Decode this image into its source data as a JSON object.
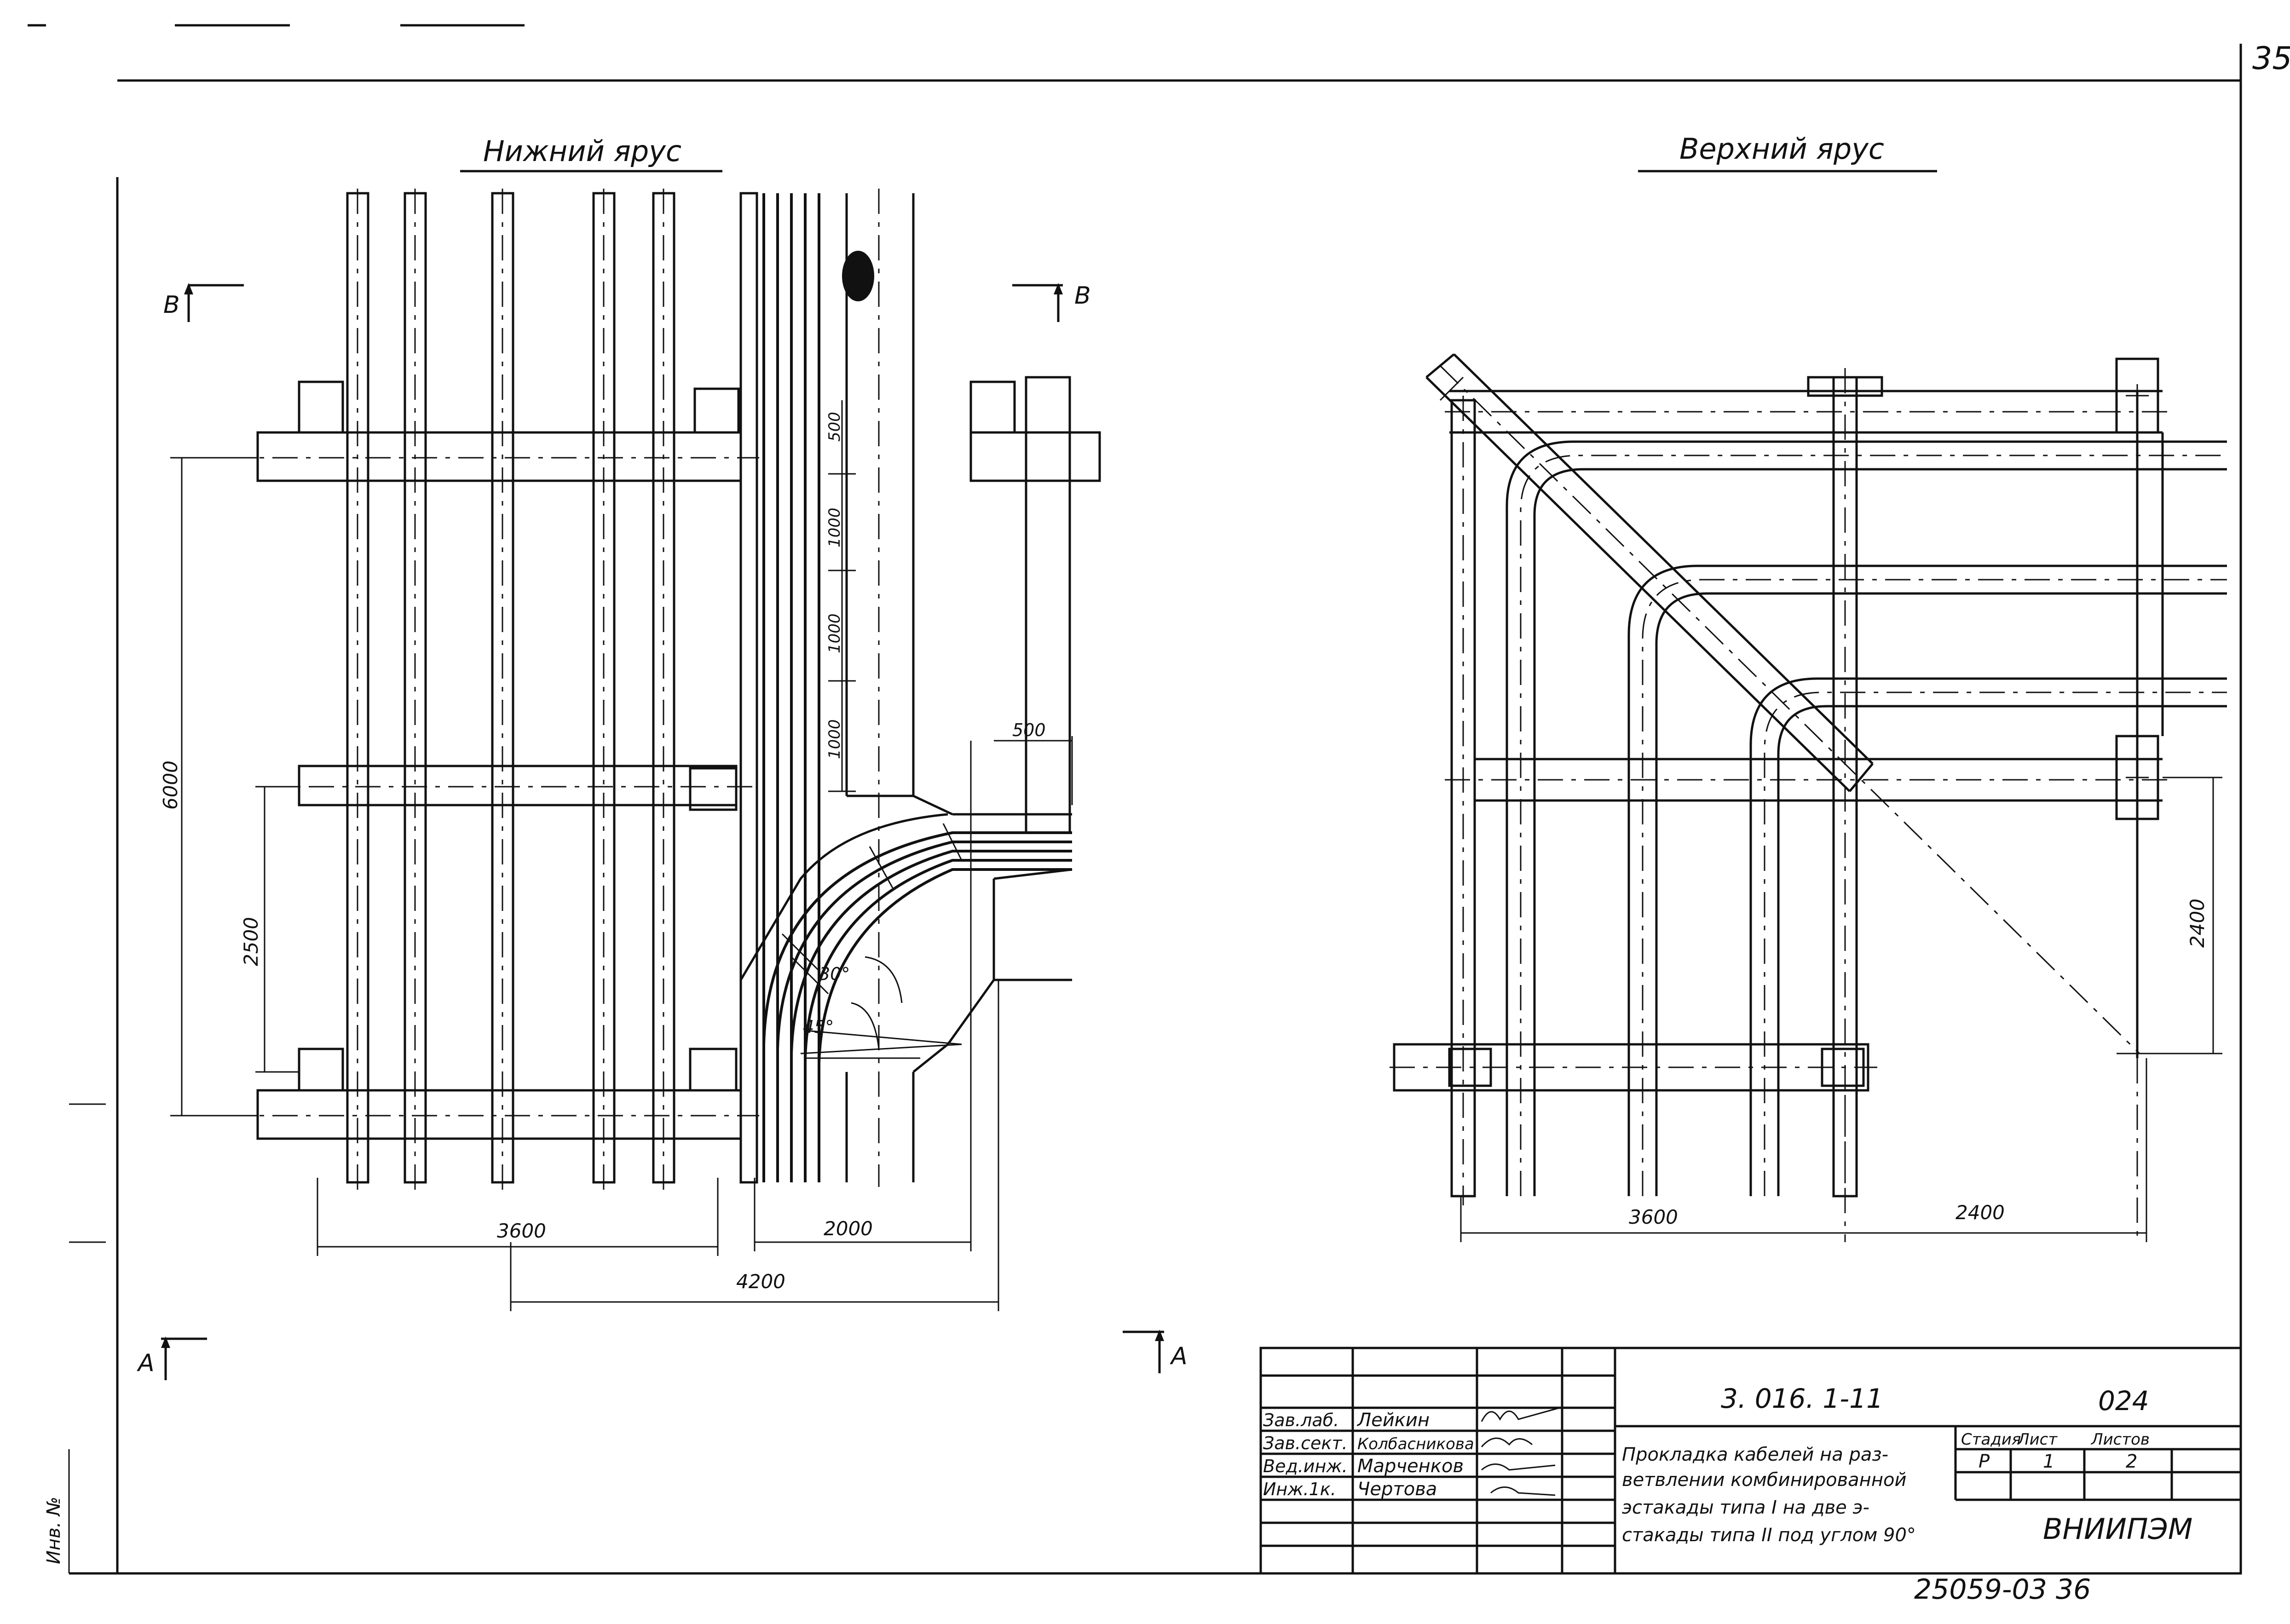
{
  "sheet": {
    "page_number": "35",
    "bottom_number": "25059-03  36",
    "left_margin_label": "Инв. №"
  },
  "views": {
    "lower": {
      "title": "Нижний ярус",
      "dims": {
        "d6000": "6000",
        "d2500": "2500",
        "d3600": "3600",
        "d2000": "2000",
        "d4200": "4200",
        "d500_top": "500",
        "d1000_a": "1000",
        "d1000_b": "1000",
        "d1000_c": "1000",
        "d500_side": "500",
        "a30": "30°",
        "a45": "45°"
      }
    },
    "upper": {
      "title": "Верхний ярус",
      "dims": {
        "d2400_v": "2400",
        "d3600": "3600",
        "d2400_h": "2400"
      }
    }
  },
  "sections": {
    "b_left": "В",
    "b_right": "В",
    "a_left": "А",
    "a_right": "А"
  },
  "title_block": {
    "doc_code": "3. 016. 1-11",
    "doc_num": "024",
    "title_lines": [
      "Прокладка кабелей на раз-",
      "ветвлении комбинированной",
      "эстакады типа I на две э-",
      "стакады типа II под углом 90°"
    ],
    "col_stage": "Стадия",
    "col_sheet": "Лист",
    "col_sheets": "Листов",
    "stage": "Р",
    "sheet": "1",
    "sheets": "2",
    "org": "ВНИИПЭМ",
    "people": [
      {
        "role": "Зав.лаб.",
        "name": "Лейкин"
      },
      {
        "role": "Зав.сект.",
        "name": "Колбасникова"
      },
      {
        "role": "Вед.инж.",
        "name": "Марченков"
      },
      {
        "role": "Инж.1к.",
        "name": "Чертова"
      }
    ]
  }
}
